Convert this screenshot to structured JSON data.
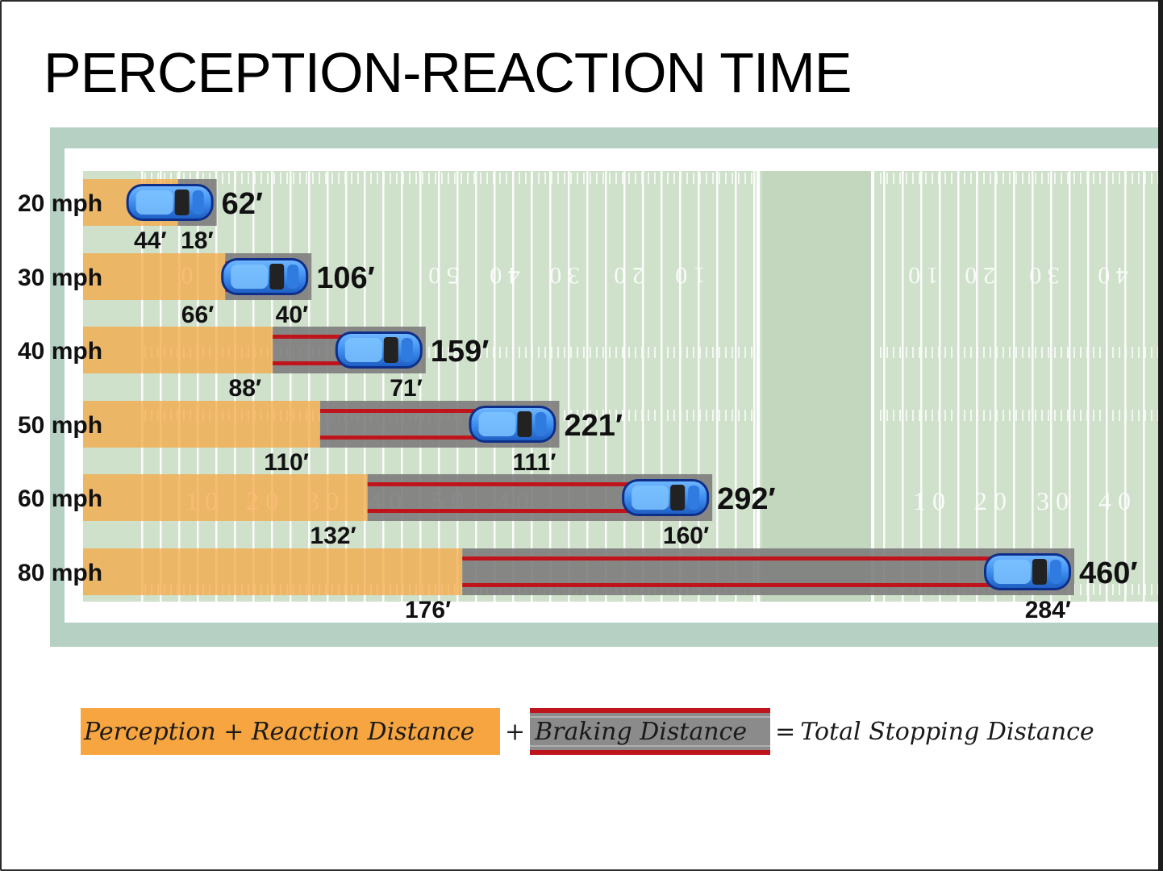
{
  "title": "PERCEPTION-REACTION TIME",
  "colors": {
    "perception": "#f7a540",
    "braking": "#7d7d7d",
    "braking_stripe": "#c0141c",
    "field": "#cfe0cb",
    "field_border": "#b6d0c3",
    "car_body": "#3f8ff0"
  },
  "chart_data": {
    "type": "bar",
    "stacked": true,
    "orientation": "horizontal",
    "categories": [
      "20 mph",
      "30 mph",
      "40 mph",
      "50 mph",
      "60 mph",
      "80 mph"
    ],
    "series": [
      {
        "name": "Perception + Reaction Distance",
        "values": [
          44,
          66,
          88,
          110,
          132,
          176
        ],
        "labels": [
          "44′",
          "66′",
          "88′",
          "110′",
          "132′",
          "176′"
        ]
      },
      {
        "name": "Braking Distance",
        "values": [
          18,
          40,
          71,
          111,
          160,
          284
        ],
        "labels": [
          "18′",
          "40′",
          "71′",
          "111′",
          "160′",
          "284′"
        ]
      }
    ],
    "totals": [
      62,
      106,
      159,
      221,
      292,
      460
    ],
    "total_labels": [
      "62′",
      "106′",
      "159′",
      "221′",
      "292′",
      "460′"
    ],
    "xlim": [
      0,
      460
    ],
    "legend_placement": "bottom",
    "legend": {
      "perception": "Perception + Reaction Distance",
      "plus": "+",
      "braking": "Braking Distance",
      "equals": "=",
      "total": "Total Stopping Distance"
    }
  },
  "field_markings": {
    "numbers_upper": [
      "0",
      "5 0",
      "4 0",
      "3 0",
      "2 0",
      "1 0",
      "1 0",
      "2 0",
      "3 0",
      "4 0"
    ],
    "numbers_lower": [
      "1 0",
      "2 0",
      "3 0",
      "4 0",
      "5 0",
      "4 0",
      "1 0",
      "2 0",
      "3 0",
      "4 0"
    ]
  }
}
